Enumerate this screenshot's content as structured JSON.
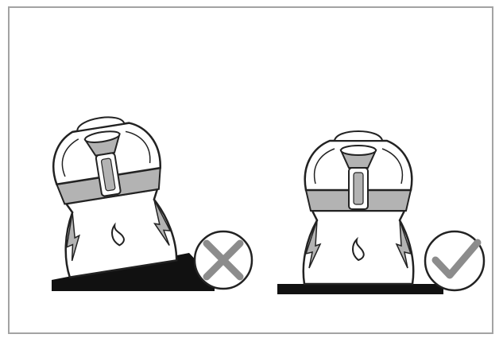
{
  "diagram": {
    "panels": [
      {
        "id": "wrong",
        "surface": "sloped",
        "verdict_icon": "cross-icon"
      },
      {
        "id": "correct",
        "surface": "flat",
        "verdict_icon": "checkmark-icon"
      }
    ]
  },
  "colors": {
    "frame_border": "#a3a3a3",
    "outline": "#222222",
    "fill_gray": "#b3b3b3",
    "surface": "#111111",
    "icon_gray": "#8c8c8c"
  }
}
